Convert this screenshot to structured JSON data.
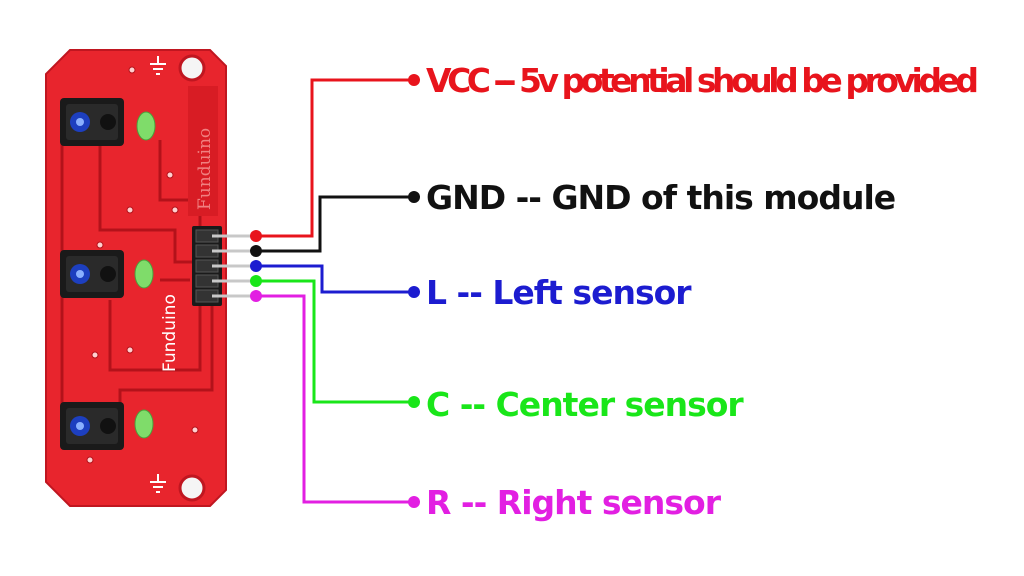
{
  "board": {
    "brand_side": "Funduino",
    "brand_front": "Funduino",
    "sensor_count": 3
  },
  "pins": [
    {
      "key": "vcc",
      "label": "VCC -- 5v potential should be provided",
      "color": "#e8141c"
    },
    {
      "key": "gnd",
      "label": "GND -- GND of this module",
      "color": "#111111"
    },
    {
      "key": "left",
      "label": "L -- Left sensor",
      "color": "#1c1cd0"
    },
    {
      "key": "center",
      "label": "C -- Center sensor",
      "color": "#19e619"
    },
    {
      "key": "right",
      "label": "R -- Right sensor",
      "color": "#e21fe2"
    }
  ],
  "colors": {
    "pcb": "#e8252d",
    "pcb_dark": "#b3121a",
    "led": "#7fdc6a",
    "sensor_body": "#1a1a1a",
    "sensor_lens": "#1d3fbf"
  }
}
